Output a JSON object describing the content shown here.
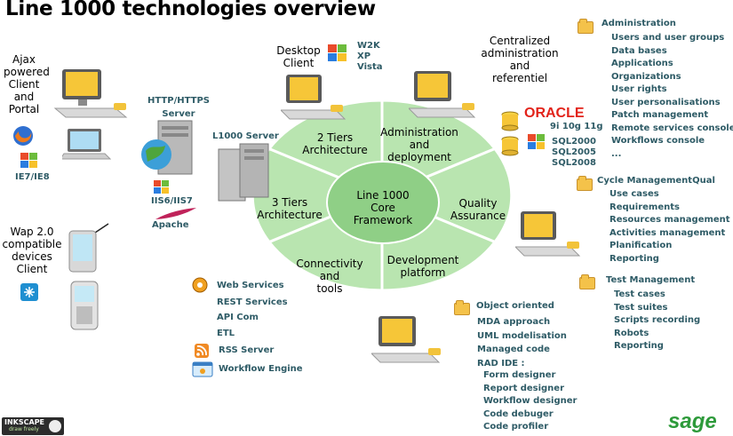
{
  "title": "Line 1000 technologies overview",
  "center": {
    "line1": "Line 1000",
    "line2": "Core",
    "line3": "Framework"
  },
  "segments": {
    "admin": [
      "Administration",
      "and",
      "deployment"
    ],
    "qa": [
      "Quality",
      "Assurance"
    ],
    "dev": [
      "Development",
      "platform"
    ],
    "conn": [
      "Connectivity",
      "and",
      "tools"
    ],
    "three_tiers": [
      "3 Tiers",
      "Architecture"
    ],
    "two_tiers": [
      "2 Tiers",
      "Architecture"
    ]
  },
  "ajax": [
    "Ajax",
    "powered",
    "Client",
    "and",
    "Portal"
  ],
  "ie": "IE7/IE8",
  "wap": [
    "Wap 2.0",
    "compatible",
    "devices",
    "Client"
  ],
  "http": [
    "HTTP/HTTPS",
    "Server"
  ],
  "iis": "IIS6/IIS7",
  "apache": "Apache",
  "l1000_server": "L1000 Server",
  "desktop": [
    "Desktop",
    "Client"
  ],
  "os": [
    "W2K",
    "XP",
    "Vista"
  ],
  "centralized": [
    "Centralized",
    "administration",
    "and",
    "referentiel"
  ],
  "oracle": {
    "logo": "ORACLE",
    "versions": "9i 10g 11g"
  },
  "sql": [
    "SQL2000",
    "SQL2005",
    "SQL2008"
  ],
  "administration": {
    "heading": "Administration",
    "items": [
      "Users and user groups",
      "Data bases",
      "Applications",
      "Organizations",
      "User rights",
      "User personalisations",
      "Patch management",
      "Remote services console",
      "Workflows console",
      "..."
    ]
  },
  "cycle": {
    "heading": "Cycle ManagementQual",
    "items": [
      "Use cases",
      "Requirements",
      "Resources management",
      "Activities management",
      "Planification",
      "Reporting"
    ]
  },
  "test": {
    "heading": "Test Management",
    "items": [
      "Test cases",
      "Test suites",
      "Scripts recording",
      "Robots",
      "Reporting"
    ]
  },
  "object": {
    "heading": "Object oriented",
    "items": [
      "MDA approach",
      "UML modelisation",
      "Managed code",
      "RAD IDE :"
    ],
    "sub": [
      "Form designer",
      "Report designer",
      "Workflow designer",
      "Code debuger",
      "Code profiler"
    ]
  },
  "services": {
    "web": "Web Services",
    "rest": "REST Services",
    "api": "API Com",
    "etl": "ETL",
    "rss": "RSS Server",
    "wf": "Workflow Engine"
  },
  "inkscape": {
    "name": "INKSCAPE",
    "tag": "draw freely"
  },
  "sage": "sage",
  "colors": {
    "segment": "#b9e5b0",
    "center": "#8fcf86",
    "teal": "#2e5b66",
    "oracle": "#e2231a"
  }
}
